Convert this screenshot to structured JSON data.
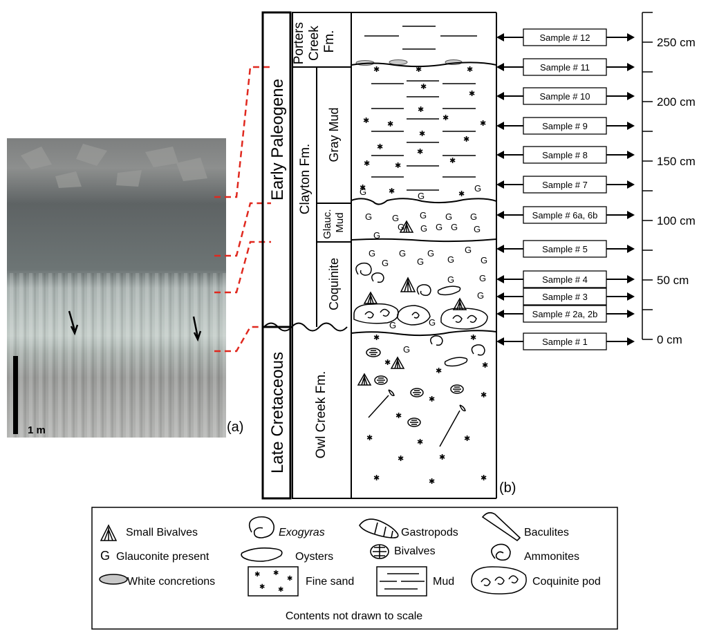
{
  "panel_labels": {
    "a": "(a)",
    "b": "(b)"
  },
  "photo": {
    "scale_bar_label": "1 m"
  },
  "columns": {
    "era": {
      "upper": "Early Paleogene",
      "lower": "Late Cretaceous"
    },
    "formation": {
      "porters_creek": "Porters Creek Fm.",
      "clayton": "Clayton Fm.",
      "owl_creek": "Owl Creek Fm."
    },
    "unit": {
      "gray_mud": "Gray Mud",
      "glauc_mud": "Glauc. Mud",
      "coquinite": "Coquinite"
    }
  },
  "samples": [
    "Sample # 12",
    "Sample # 11",
    "Sample # 10",
    "Sample # 9",
    "Sample # 8",
    "Sample # 7",
    "Sample # 6a, 6b",
    "Sample # 5",
    "Sample # 4",
    "Sample # 3",
    "Sample # 2a, 2b",
    "Sample # 1"
  ],
  "scale": [
    "250 cm",
    "200 cm",
    "150 cm",
    "100 cm",
    "50 cm",
    "0 cm"
  ],
  "legend": {
    "small_bivalves": "Small Bivalves",
    "exogyras": "Exogyras",
    "gastropods": "Gastropods",
    "baculites": "Baculites",
    "glauconite_symbol": "G",
    "glauconite": "Glauconite present",
    "oysters": "Oysters",
    "bivalves": "Bivalves",
    "ammonites": "Ammonites",
    "white_concretions": "White concretions",
    "fine_sand": "Fine sand",
    "mud": "Mud",
    "coquinite_pod": "Coquinite pod",
    "footnote": "Contents not drawn to scale"
  },
  "glauconite_symbol": "G",
  "colors": {
    "correlation_line": "#e0281e",
    "concretion": "#c8c8c8",
    "line": "#000000"
  }
}
